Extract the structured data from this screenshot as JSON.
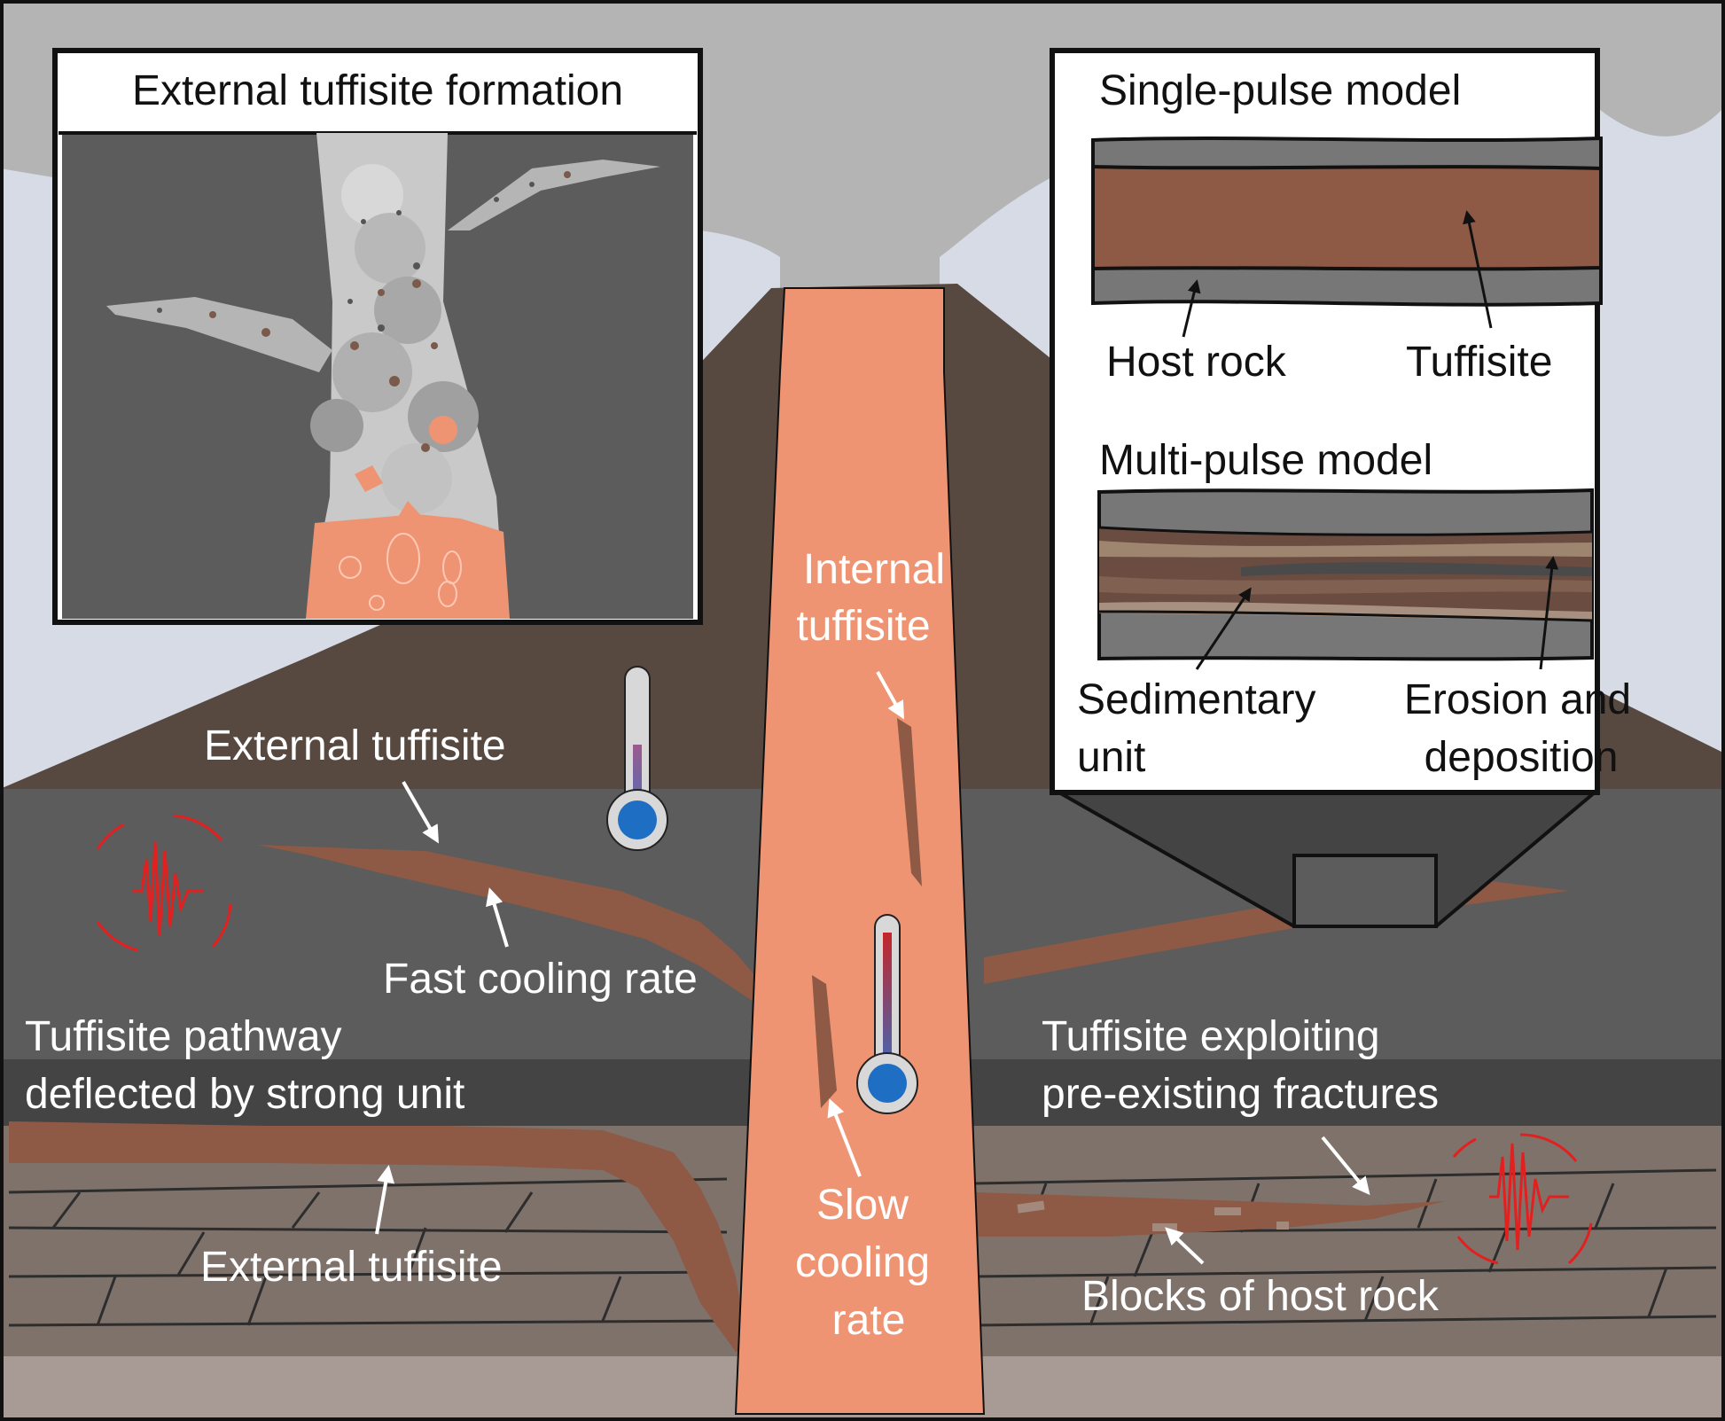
{
  "inset_left": {
    "title": "External tuffisite formation"
  },
  "inset_right": {
    "single": {
      "title": "Single-pulse model",
      "host_rock": "Host rock",
      "tuffisite": "Tuffisite"
    },
    "multi": {
      "title": "Multi-pulse model",
      "sedimentary_line1": "Sedimentary",
      "sedimentary_line2": "unit",
      "erosion_line1": "Erosion and",
      "erosion_line2": "deposition"
    }
  },
  "labels": {
    "internal_line1": "Internal",
    "internal_line2": "tuffisite",
    "external_upper": "External tuffisite",
    "fast_cooling": "Fast cooling rate",
    "deflected_line1": "Tuffisite pathway",
    "deflected_line2": "deflected by strong unit",
    "external_lower": "External tuffisite",
    "exploiting_line1": "Tuffisite exploiting",
    "exploiting_line2": "pre-existing fractures",
    "blocks": "Blocks of host rock",
    "slow_line1": "Slow",
    "slow_line2": "cooling",
    "slow_line3": "rate"
  },
  "colors": {
    "sky": "#d6dbe6",
    "plume": "#b4b4b4",
    "volcano": "#574840",
    "upper_rock": "#5c5c5c",
    "strong_unit": "#444444",
    "lower_rock": "#7f726b",
    "base": "#a89b96",
    "conduit": "#ef9472",
    "tuffisite": "#8e5945",
    "seismic": "#e32020",
    "thermo_bulb": "#1e6fc4"
  },
  "icons": [
    "thermometer-icon",
    "seismic-signal-icon",
    "arrow-icon"
  ]
}
